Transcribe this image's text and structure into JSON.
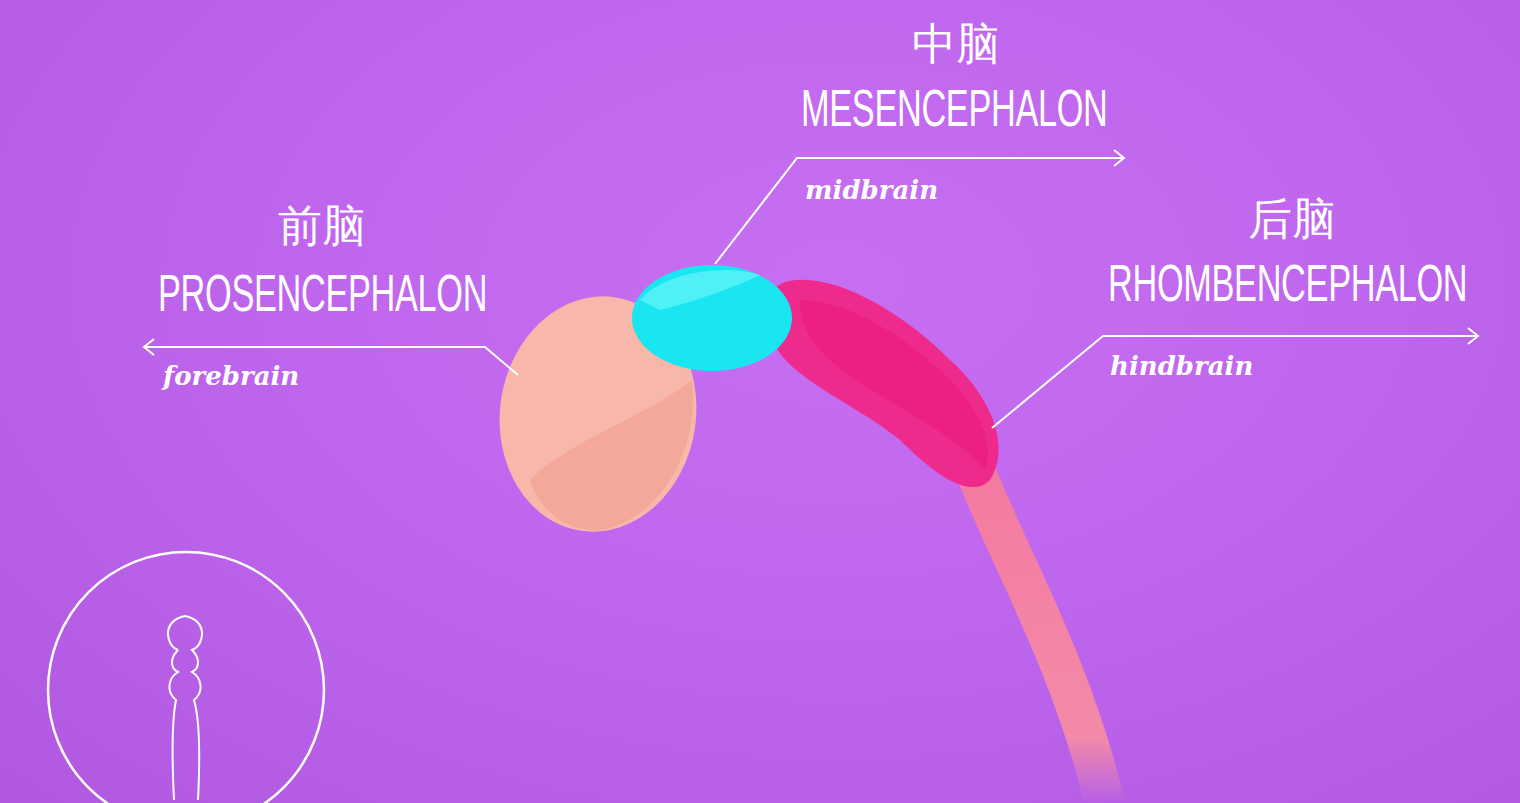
{
  "diagram": {
    "labels": [
      "中脑",
      "MESENCEPHALON",
      "midbrain",
      "前脑",
      "PROSENCEPHALON",
      "forebrain",
      "后脑",
      "RHOMBENCEPHALON",
      "hindbrain"
    ]
  }
}
